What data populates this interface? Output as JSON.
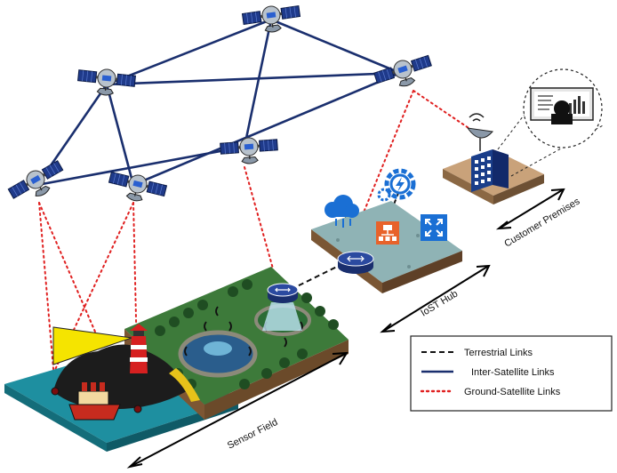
{
  "labels": {
    "sensor_field": "Sensor Field",
    "iost_hub": "IoST Hub",
    "customer_premises": "Customer Premises"
  },
  "legend": {
    "terrestrial": "Terrestrial Links",
    "inter_satellite": "Inter-Satellite Links",
    "ground_satellite": "Ground-Satellite Links"
  },
  "colors": {
    "inter_satellite_link": "#1a2f6e",
    "ground_satellite_link": "#e02020",
    "terrestrial_link": "#111111",
    "satellite_panel": "#1f3a8a",
    "sea": "#1e8fa0",
    "grass": "#3d7a3a",
    "hub_top": "#8fb3b5",
    "icon_blue": "#1a6fd4",
    "icon_orange": "#e8622a",
    "lighthouse_red": "#d62020",
    "beam_yellow": "#f5e400"
  },
  "icons": [
    "satellite-icon",
    "router-icon",
    "cloud-icon",
    "gear-bolt-icon",
    "hierarchy-icon",
    "expand-arrows-icon",
    "dish-antenna-icon",
    "building-icon",
    "monitor-icon",
    "lighthouse-icon",
    "ship-icon",
    "tree-icon",
    "wifi-signal-icon"
  ]
}
